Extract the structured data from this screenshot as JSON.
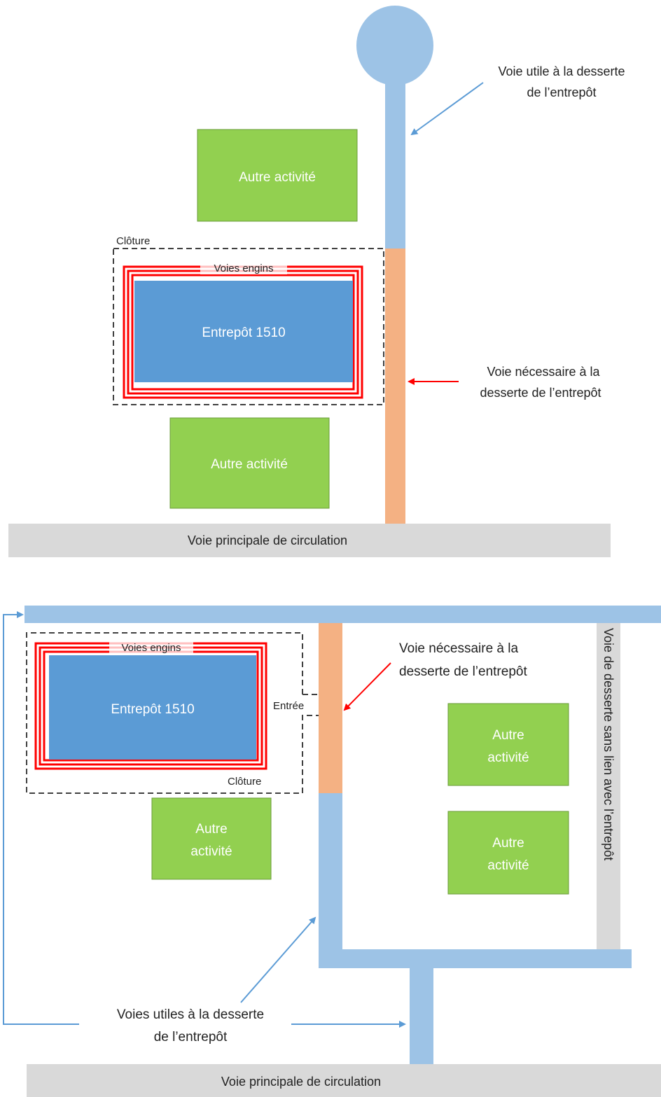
{
  "diagram1": {
    "voie_utile": [
      "Voie utile à la desserte",
      "de l’entrepôt"
    ],
    "autre_activite_top": "Autre activité",
    "cloture": "Clôture",
    "voies_engins": "Voies engins",
    "entrepot": "Entrepôt 1510",
    "voie_necessaire": [
      "Voie nécessaire à la",
      "desserte de l’entrepôt"
    ],
    "autre_activite_bottom": "Autre activité",
    "voie_principale": "Voie principale de circulation"
  },
  "diagram2": {
    "voies_engins": "Voies engins",
    "entrepot": "Entrepôt 1510",
    "entree": "Entrée",
    "cloture": "Clôture",
    "voie_necessaire": [
      "Voie nécessaire à la",
      "desserte de l’entrepôt"
    ],
    "autre_activite_left": [
      "Autre",
      "activité"
    ],
    "autre_activite_right1": [
      "Autre",
      "activité"
    ],
    "autre_activite_right2": [
      "Autre",
      "activité"
    ],
    "voie_sans_lien": "Voie de desserte sans lien avec l’entrepôt",
    "voies_utiles": [
      "Voies utiles à la desserte",
      "de l’entrepôt"
    ],
    "voie_principale": "Voie principale de circulation"
  },
  "colors": {
    "useful_road": "#9dc3e6",
    "necessary_road": "#f4b183",
    "activity": "#92d050",
    "warehouse": "#5b9bd5",
    "main_road": "#d9d9d9",
    "fire_lane": "#ff0000",
    "arrow_blue": "#5b9bd5",
    "arrow_red": "#ff0000"
  }
}
